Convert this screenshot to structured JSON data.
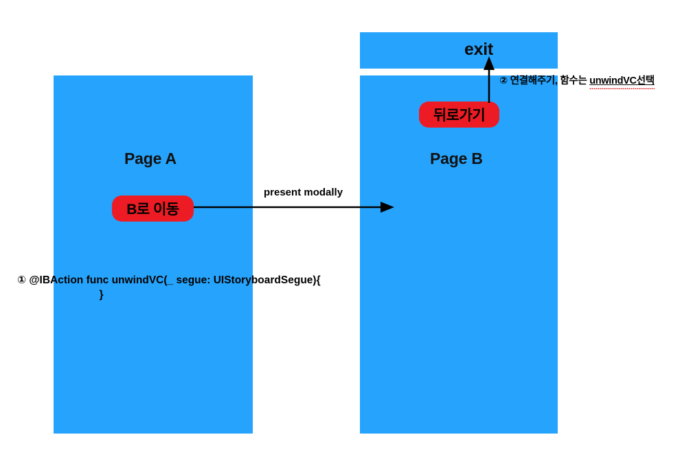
{
  "diagram": {
    "title": "iOS Storyboard unwind segue diagram",
    "colors": {
      "page_blue": "#26A4FD",
      "button_red": "#ED1C24",
      "text_black": "#000000",
      "spell_underline_red": "#E01B22",
      "background": "#FFFFFF"
    }
  },
  "page_a": {
    "title": "Page A",
    "button_label": "B로 이동"
  },
  "page_b": {
    "title": "Page B",
    "button_label": "뒤로가기",
    "exit_label": "exit"
  },
  "connections": {
    "segue_label": "present modally",
    "horizontal_arrow": "arrow-right",
    "vertical_arrow": "arrow-up"
  },
  "annotations": {
    "code": {
      "line_1": "① @IBAction func unwindVC(_ segue: UIStoryboardSegue){",
      "line_2": "}"
    },
    "connect": {
      "prefix": "② 연결해주기, 함수는 ",
      "highlighted": "unwindVC선택"
    }
  }
}
